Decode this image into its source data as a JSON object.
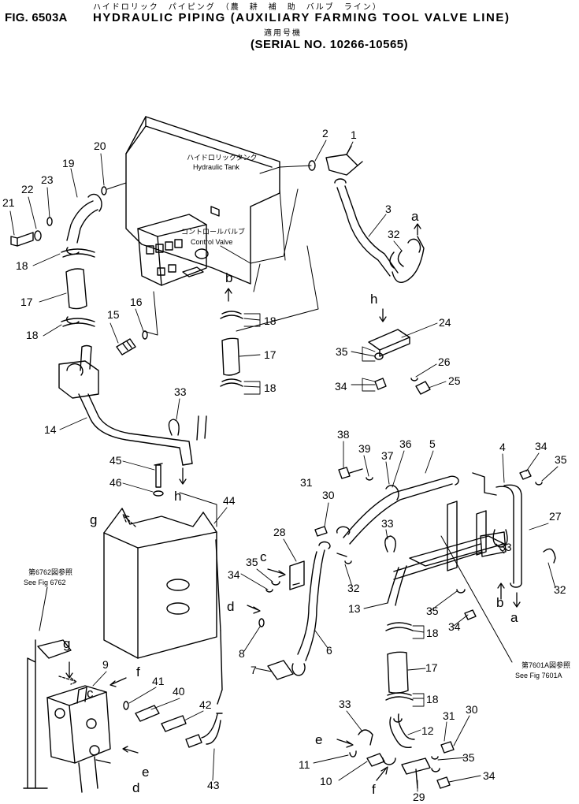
{
  "header": {
    "fig_label": "FIG. 6503A",
    "title": "HYDRAULIC PIPING (AUXILIARY FARMING TOOL VALVE LINE)",
    "title_jp": "ハイドロリック　パイピング　（農　耕　補　助　バルブ　ライン）",
    "applicable_jp": "適用号機",
    "serial": "(SERIAL NO. 10266-10565)"
  },
  "labels": {
    "tank_jp": "ハイドロリックタンク",
    "tank_en": "Hydraulic Tank",
    "valve_jp": "コントロールバルブ",
    "valve_en": "Control Valve",
    "ref1_jp": "第6762図参照",
    "ref1_en": "See Fig 6762",
    "ref2_jp": "第7601A図参照",
    "ref2_en": "See Fig 7601A"
  },
  "parts": [
    "1",
    "2",
    "3",
    "4",
    "5",
    "6",
    "7",
    "8",
    "9",
    "10",
    "11",
    "12",
    "13",
    "14",
    "15",
    "16",
    "17",
    "18",
    "19",
    "20",
    "21",
    "22",
    "23",
    "24",
    "25",
    "26",
    "27",
    "28",
    "29",
    "30",
    "31",
    "32",
    "33",
    "34",
    "35",
    "36",
    "37",
    "38",
    "39",
    "40",
    "41",
    "42",
    "43",
    "44",
    "45",
    "46"
  ],
  "connections": [
    "a",
    "b",
    "c",
    "d",
    "e",
    "f",
    "g",
    "h"
  ],
  "colors": {
    "ink": "#000000",
    "paper": "#ffffff"
  }
}
